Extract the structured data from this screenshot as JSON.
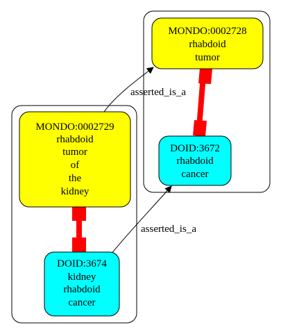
{
  "colors": {
    "mondo_fill": "#ffff00",
    "doid_fill": "#00ffff",
    "equivalence_edge": "#ff0000",
    "stroke": "#000000",
    "background": "#ffffff"
  },
  "clusters": [
    {
      "name": "cluster-kidney",
      "nodes": [
        "mondo-0002729",
        "doid-3674"
      ]
    },
    {
      "name": "cluster-tumor",
      "nodes": [
        "mondo-0002728",
        "doid-3672"
      ]
    }
  ],
  "nodes": {
    "mondo_0002729": {
      "id": "MONDO:0002729",
      "label_lines": [
        "rhabdoid",
        "tumor",
        "of",
        "the",
        "kidney"
      ]
    },
    "doid_3674": {
      "id": "DOID:3674",
      "label_lines": [
        "kidney",
        "rhabdoid",
        "cancer"
      ]
    },
    "mondo_0002728": {
      "id": "MONDO:0002728",
      "label_lines": [
        "rhabdoid",
        "tumor"
      ]
    },
    "doid_3672": {
      "id": "DOID:3672",
      "label_lines": [
        "rhabdoid",
        "cancer"
      ]
    }
  },
  "edges": {
    "mondo_is_a": {
      "from": "MONDO:0002729",
      "to": "MONDO:0002728",
      "label": "asserted_is_a"
    },
    "doid_is_a": {
      "from": "DOID:3674",
      "to": "DOID:3672",
      "label": "asserted_is_a"
    },
    "equivalence_left": {
      "from": "MONDO:0002729",
      "to": "DOID:3674"
    },
    "equivalence_right": {
      "from": "MONDO:0002728",
      "to": "DOID:3672"
    }
  }
}
